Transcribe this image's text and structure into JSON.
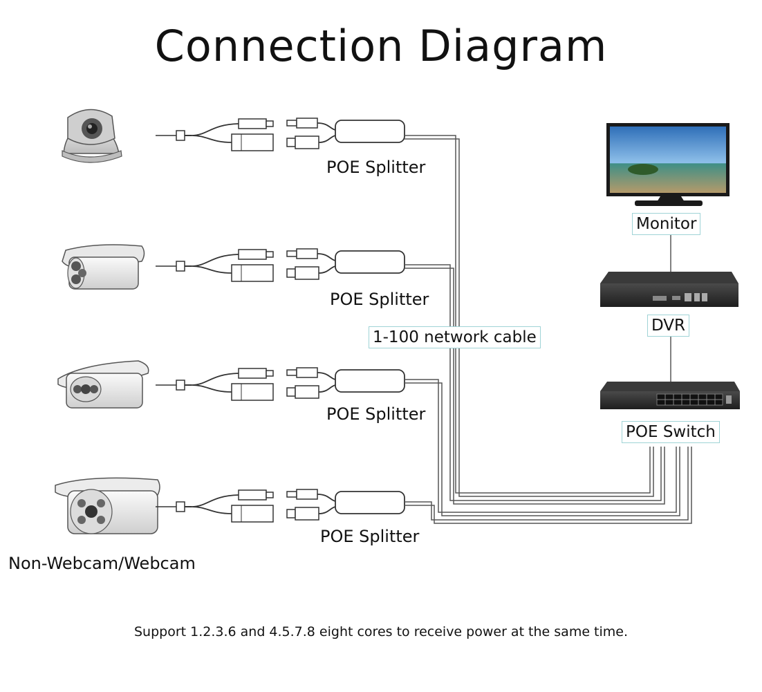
{
  "title": "Connection Diagram",
  "splitter_label": "POE Splitter",
  "cable_label": "1-100 network cable",
  "monitor_label": "Monitor",
  "dvr_label": "DVR",
  "switch_label": "POE Switch",
  "camera_label": "Non-Webcam/Webcam",
  "footer": "Support 1.2.3.6 and 4.5.7.8 eight cores to receive power at the same time.",
  "colors": {
    "label_border": "#9fd3d6",
    "line": "#555555",
    "device_body": "#2a2a2a",
    "screen_sky": "#4f87c9"
  }
}
